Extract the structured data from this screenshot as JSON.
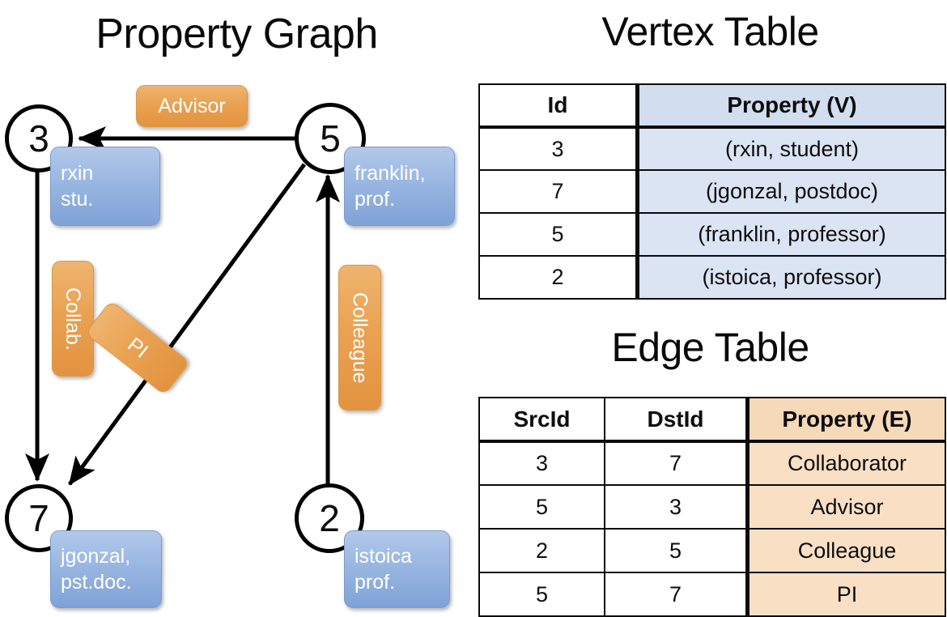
{
  "titles": {
    "property_graph": "Property Graph",
    "vertex_table": "Vertex Table",
    "edge_table": "Edge Table"
  },
  "graph": {
    "nodes": [
      {
        "id": "3",
        "property": "rxin\nstu."
      },
      {
        "id": "5",
        "property": "franklin,\nprof."
      },
      {
        "id": "7",
        "property": "jgonzal,\npst.doc."
      },
      {
        "id": "2",
        "property": "istoica\nprof."
      }
    ],
    "node_labels": {
      "n3": "3",
      "n5": "5",
      "n7": "7",
      "n2": "2"
    },
    "property_boxes": {
      "rxin_line1": "rxin",
      "rxin_line2": "stu.",
      "franklin_line1": "franklin,",
      "franklin_line2": "prof.",
      "jgonzal_line1": "jgonzal,",
      "jgonzal_line2": "pst.doc.",
      "istoica_line1": "istoica",
      "istoica_line2": "prof."
    },
    "edge_labels": {
      "advisor": "Advisor",
      "collab": "Collab.",
      "pi": "PI",
      "colleague": "Colleague"
    },
    "edges": [
      {
        "from": "5",
        "to": "3",
        "label": "Advisor"
      },
      {
        "from": "3",
        "to": "7",
        "label": "Collab."
      },
      {
        "from": "5",
        "to": "7",
        "label": "PI"
      },
      {
        "from": "2",
        "to": "5",
        "label": "Colleague"
      }
    ]
  },
  "vertex_table": {
    "headers": [
      "Id",
      "Property (V)"
    ],
    "rows": [
      {
        "id": "3",
        "property": "(rxin, student)"
      },
      {
        "id": "7",
        "property": "(jgonzal, postdoc)"
      },
      {
        "id": "5",
        "property": "(franklin, professor)"
      },
      {
        "id": "2",
        "property": "(istoica, professor)"
      }
    ]
  },
  "edge_table": {
    "headers": [
      "SrcId",
      "DstId",
      "Property (E)"
    ],
    "rows": [
      {
        "src": "3",
        "dst": "7",
        "property": "Collaborator"
      },
      {
        "src": "5",
        "dst": "3",
        "property": "Advisor"
      },
      {
        "src": "2",
        "dst": "5",
        "property": "Colleague"
      },
      {
        "src": "5",
        "dst": "7",
        "property": "PI"
      }
    ]
  },
  "colors": {
    "vertex_cell_fill": "#dbe4f3",
    "edge_cell_fill": "#f9e0c5",
    "node_box_blue": "#9cb8e3",
    "edge_box_orange": "#eaa252",
    "stroke": "#000000",
    "background": "#ffffff"
  }
}
